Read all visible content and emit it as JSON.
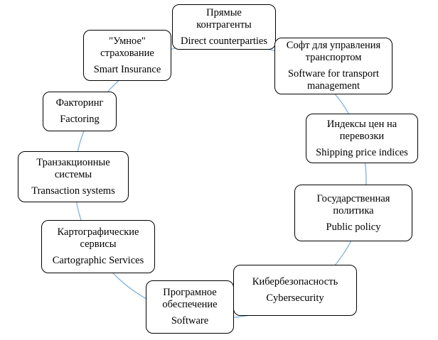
{
  "diagram": {
    "ring_color": "#7fb3dd",
    "nodes": [
      {
        "id": "direct",
        "ru": "Прямые\nконтрагенты",
        "en": "Direct counterparties"
      },
      {
        "id": "transport-software",
        "ru": "Софт для управления\nтранспортом",
        "en": "Software for transport\nmanagement"
      },
      {
        "id": "shipping-indices",
        "ru": "Индексы цен на\nперевозки",
        "en": "Shipping price indices"
      },
      {
        "id": "public-policy",
        "ru": "Государственная\nполитика",
        "en": "Public policy"
      },
      {
        "id": "cybersecurity",
        "ru": "Кибербезопасность",
        "en": "Cybersecurity"
      },
      {
        "id": "software",
        "ru": "Програмное\nобеспечение",
        "en": "Software"
      },
      {
        "id": "cartographic",
        "ru": "Картографические\nсервисы",
        "en": "Cartographic Services"
      },
      {
        "id": "transaction",
        "ru": "Транзакционные\nсистемы",
        "en": "Transaction systems"
      },
      {
        "id": "factoring",
        "ru": "Факторинг",
        "en": "Factoring"
      },
      {
        "id": "smart-insurance",
        "ru": "\"Умное\"\nстрахование",
        "en": "Smart Insurance"
      }
    ]
  }
}
